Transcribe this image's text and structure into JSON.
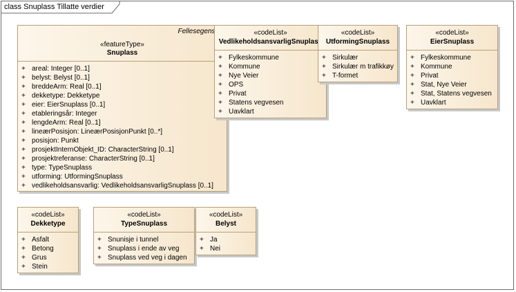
{
  "diagram": {
    "title": "class Snuplass Tillatte verdier"
  },
  "classes": {
    "snuplass": {
      "package": "Fellesegenska",
      "stereotype": "«featureType»",
      "name": "Snuplass",
      "attributes": [
        {
          "vis": "+",
          "text": "areal: Integer [0..1]"
        },
        {
          "vis": "+",
          "text": "belyst: Belyst [0..1]"
        },
        {
          "vis": "+",
          "text": "breddeArm: Real [0..1]"
        },
        {
          "vis": "+",
          "text": "dekketype: Dekketype"
        },
        {
          "vis": "+",
          "text": "eier: EierSnuplass [0..1]"
        },
        {
          "vis": "+",
          "text": "etableringsår: Integer"
        },
        {
          "vis": "+",
          "text": "lengdeArm: Real [0..1]"
        },
        {
          "vis": "+",
          "text": "lineærPosisjon: LineærPosisjonPunkt [0..*]"
        },
        {
          "vis": "+",
          "text": "posisjon: Punkt"
        },
        {
          "vis": "+",
          "text": "prosjektInternObjekt_ID: CharacterString [0..1]"
        },
        {
          "vis": "+",
          "text": "prosjektreferanse: CharacterString [0..1]"
        },
        {
          "vis": "+",
          "text": "type: TypeSnuplass"
        },
        {
          "vis": "+",
          "text": "utforming: UtformingSnuplass"
        },
        {
          "vis": "+",
          "text": "vedlikeholdsansvarlig: VedlikeholdsansvarligSnuplass [0..1]"
        }
      ]
    },
    "vedlikeholdsansvarlig": {
      "stereotype": "«codeList»",
      "name": "VedlikeholdsansvarligSnuplass",
      "attributes": [
        {
          "vis": "+",
          "text": "Fylkeskommune"
        },
        {
          "vis": "+",
          "text": "Kommune"
        },
        {
          "vis": "+",
          "text": "Nye Veier"
        },
        {
          "vis": "+",
          "text": "OPS"
        },
        {
          "vis": "+",
          "text": "Privat"
        },
        {
          "vis": "+",
          "text": "Statens vegvesen"
        },
        {
          "vis": "+",
          "text": "Uavklart"
        }
      ]
    },
    "utforming": {
      "stereotype": "«codeList»",
      "name": "UtformingSnuplass",
      "attributes": [
        {
          "vis": "+",
          "text": "Sirkulær"
        },
        {
          "vis": "+",
          "text": "Sirkulær m trafikkøy"
        },
        {
          "vis": "+",
          "text": "T-formet"
        }
      ]
    },
    "eier": {
      "stereotype": "«codeList»",
      "name": "EierSnuplass",
      "attributes": [
        {
          "vis": "+",
          "text": "Fylkeskommune"
        },
        {
          "vis": "+",
          "text": "Kommune"
        },
        {
          "vis": "+",
          "text": "Privat"
        },
        {
          "vis": "+",
          "text": "Stat, Nye Veier"
        },
        {
          "vis": "+",
          "text": "Stat, Statens vegvesen"
        },
        {
          "vis": "+",
          "text": "Uavklart"
        }
      ]
    },
    "dekketype": {
      "stereotype": "«codeList»",
      "name": "Dekketype",
      "attributes": [
        {
          "vis": "+",
          "text": "Asfalt"
        },
        {
          "vis": "+",
          "text": "Betong"
        },
        {
          "vis": "+",
          "text": "Grus"
        },
        {
          "vis": "+",
          "text": "Stein"
        }
      ]
    },
    "type": {
      "stereotype": "«codeList»",
      "name": "TypeSnuplass",
      "attributes": [
        {
          "vis": "+",
          "text": "Snunisje i tunnel"
        },
        {
          "vis": "+",
          "text": "Snuplass i ende av veg"
        },
        {
          "vis": "+",
          "text": "Snuplass ved veg i dagen"
        }
      ]
    },
    "belyst": {
      "stereotype": "«codeList»",
      "name": "Belyst",
      "attributes": [
        {
          "vis": "+",
          "text": "Ja"
        },
        {
          "vis": "+",
          "text": "Nei"
        }
      ]
    }
  }
}
